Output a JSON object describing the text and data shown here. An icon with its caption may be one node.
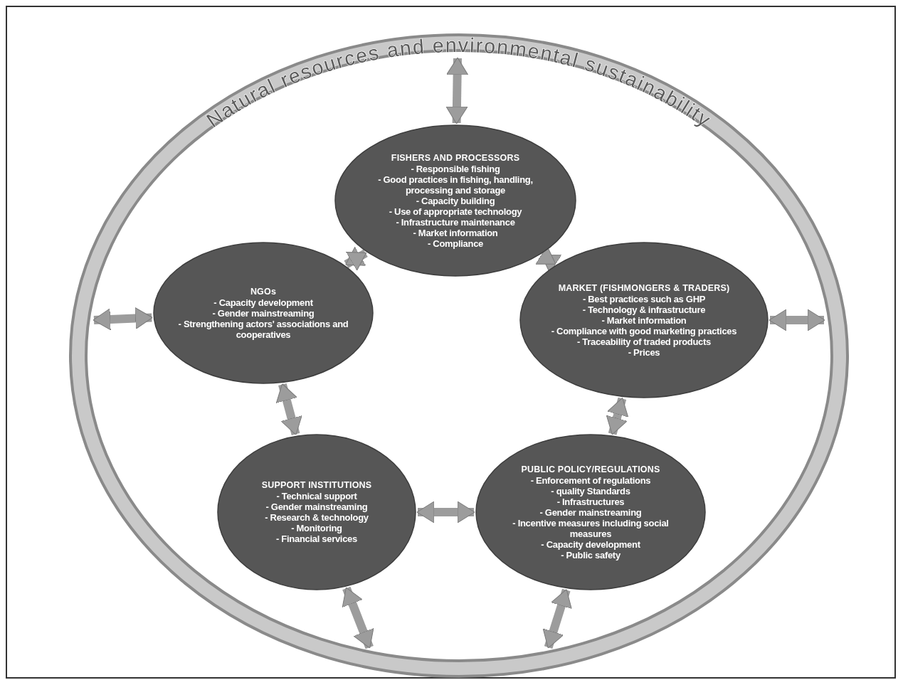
{
  "diagram": {
    "nodes": [
      {
        "text": [
          "Natural resources and environmental sustainability"
        ]
      },
      {
        "text": [
          "FISHERS AND PROCESSORS",
          "- Responsible fishing",
          "- Good practices in fishing, handling, processing and storage",
          "- Capacity building",
          "- Use of appropriate technology",
          "- Infrastructure maintenance",
          "- Market information",
          "- Compliance"
        ],
        "in": 0
      },
      {
        "text": [
          "NGOs",
          "- Capacity development",
          "- Gender mainstreaming",
          "- Strengthening actors' associations and cooperatives"
        ],
        "in": 0
      },
      {
        "text": [
          "MARKET (FISHMONGERS & TRADERS)",
          "- Best practices such as GHP",
          "- Technology & infrastructure",
          "- Market information",
          "- Compliance with good marketing practices",
          "- Traceability of traded products",
          "- Prices"
        ],
        "in": 0
      },
      {
        "text": [
          "SUPPORT INSTITUTIONS",
          "- Technical support",
          "- Gender mainstreaming",
          "- Research & technology",
          "- Monitoring",
          "- Financial services"
        ],
        "in": 0
      },
      {
        "text": [
          "PUBLIC POLICY/REGULATIONS",
          "- Enforcement of regulations",
          "- quality Standards",
          "- Infrastructures",
          "- Gender mainstreaming",
          "- Incentive measures including social measures",
          "- Capacity development",
          "- Public safety"
        ],
        "in": 0
      }
    ],
    "edges": [
      {
        "from": 2,
        "to": 1,
        "arrow": "both"
      },
      {
        "from": 1,
        "to": 3,
        "arrow": "both"
      },
      {
        "from": 3,
        "to": 5,
        "arrow": "both"
      },
      {
        "from": 4,
        "to": 5,
        "arrow": "both"
      },
      {
        "from": 2,
        "to": 4,
        "arrow": "both"
      },
      {
        "from": 0,
        "to": 1,
        "arrow": "both"
      },
      {
        "from": 0,
        "to": 2,
        "arrow": "both"
      },
      {
        "from": 0,
        "to": 3,
        "arrow": "both"
      },
      {
        "from": 0,
        "to": 4,
        "arrow": "both"
      },
      {
        "from": 0,
        "to": 5,
        "arrow": "both"
      }
    ]
  }
}
